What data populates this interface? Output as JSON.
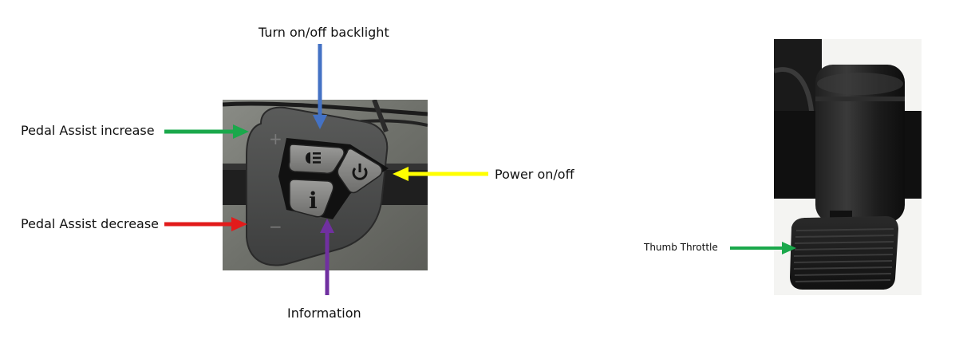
{
  "labels": {
    "backlight": "Turn on/off backlight",
    "pedal_increase": "Pedal Assist increase",
    "pedal_decrease": "Pedal Assist decrease",
    "power": "Power on/off",
    "information": "Information",
    "thumb_throttle": "Thumb Throttle"
  },
  "controller": {
    "plus_symbol": "+",
    "minus_symbol": "−",
    "info_symbol": "i",
    "icons": [
      "headlight-icon",
      "power-icon",
      "info-icon"
    ]
  },
  "arrow_colors": {
    "backlight": "#4472c4",
    "pedal_increase": "#1aa84b",
    "pedal_decrease": "#e21b1b",
    "power": "#ffff00",
    "information": "#7030a0",
    "thumb_throttle": "#1aa84b"
  }
}
